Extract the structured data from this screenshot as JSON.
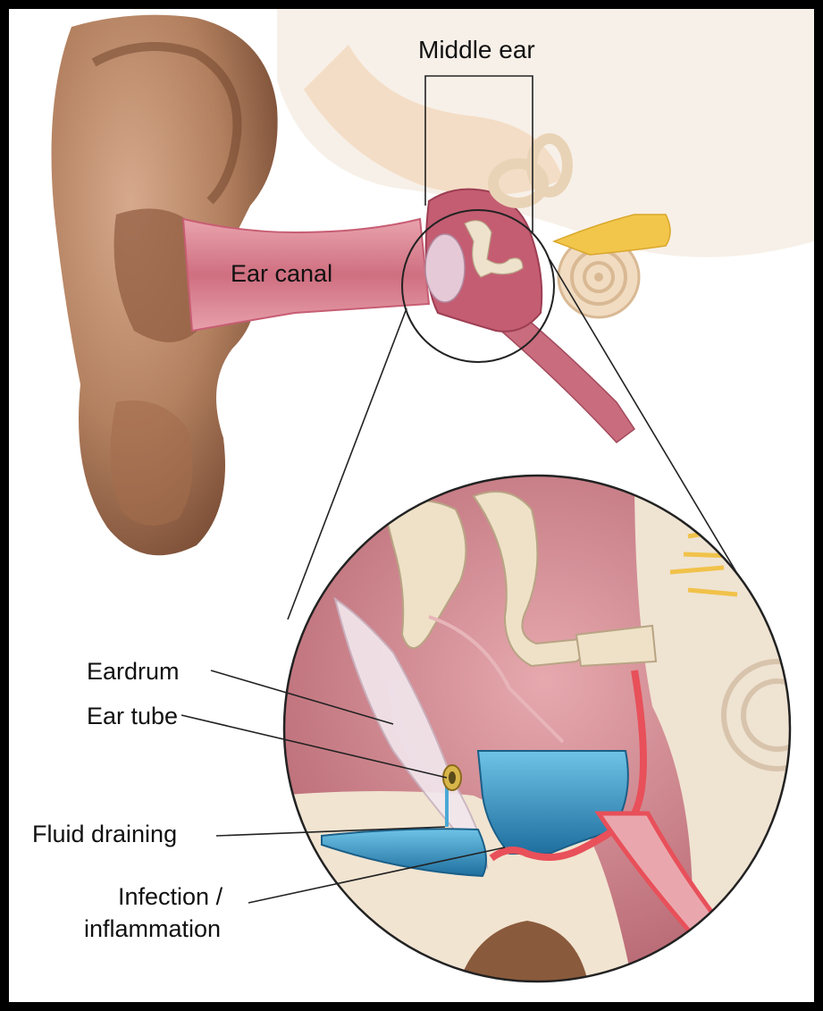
{
  "labels": {
    "middle_ear": "Middle ear",
    "ear_canal": "Ear canal",
    "eardrum": "Eardrum",
    "ear_tube": "Ear tube",
    "fluid_draining": "Fluid draining",
    "infection_line1": "Infection /",
    "infection_line2": "inflammation"
  },
  "colors": {
    "skin": "#b98667",
    "canal": "#d98a98",
    "fluid": "#3e9bc9",
    "bone": "#eee0cc",
    "nerve": "#f2c64a",
    "inflamed": "#e8505a"
  }
}
